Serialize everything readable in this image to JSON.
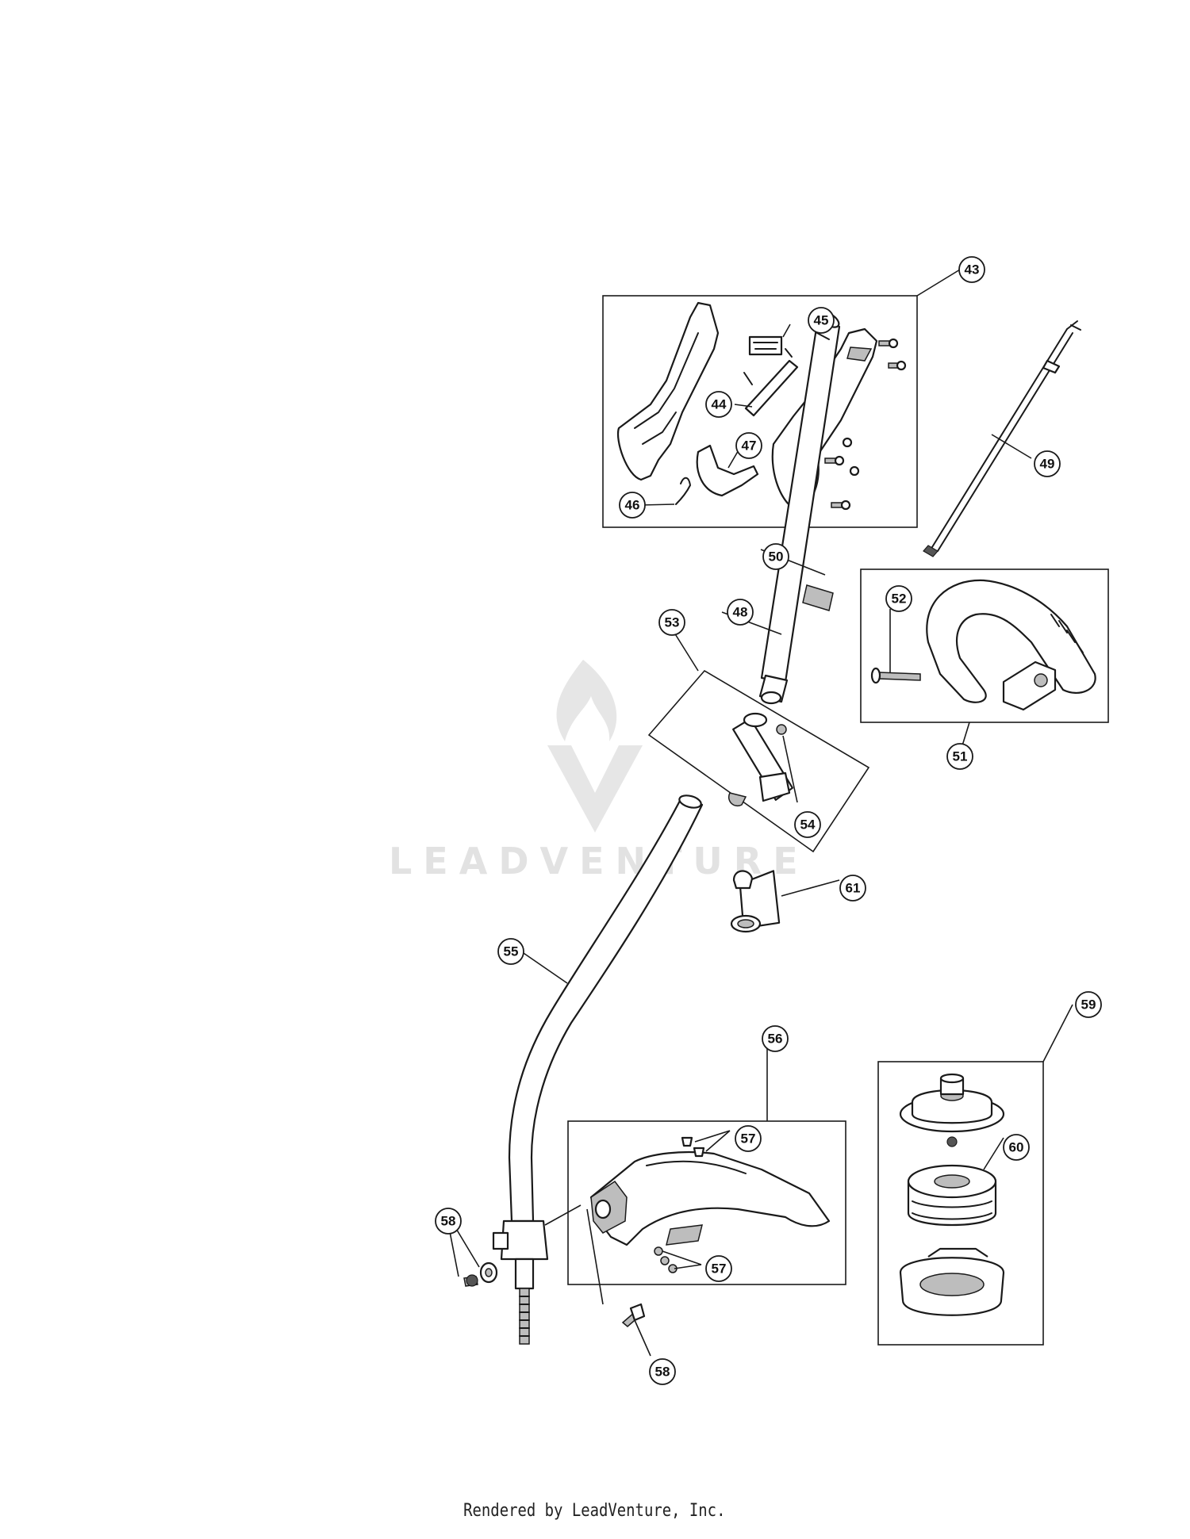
{
  "watermark": {
    "text": "LEADVENTURE",
    "logo": "flame-v-logo"
  },
  "footer": {
    "text": "Rendered by LeadVenture, Inc."
  },
  "callouts": [
    {
      "id": "43",
      "label": "43"
    },
    {
      "id": "44",
      "label": "44"
    },
    {
      "id": "45",
      "label": "45"
    },
    {
      "id": "46",
      "label": "46"
    },
    {
      "id": "47",
      "label": "47"
    },
    {
      "id": "48",
      "label": "48"
    },
    {
      "id": "49",
      "label": "49"
    },
    {
      "id": "50",
      "label": "50"
    },
    {
      "id": "51",
      "label": "51"
    },
    {
      "id": "52",
      "label": "52"
    },
    {
      "id": "53",
      "label": "53"
    },
    {
      "id": "54",
      "label": "54"
    },
    {
      "id": "55",
      "label": "55"
    },
    {
      "id": "56",
      "label": "56"
    },
    {
      "id": "57a",
      "label": "57"
    },
    {
      "id": "57b",
      "label": "57"
    },
    {
      "id": "58a",
      "label": "58"
    },
    {
      "id": "58b",
      "label": "58"
    },
    {
      "id": "59",
      "label": "59"
    },
    {
      "id": "60",
      "label": "60"
    },
    {
      "id": "61",
      "label": "61"
    }
  ]
}
